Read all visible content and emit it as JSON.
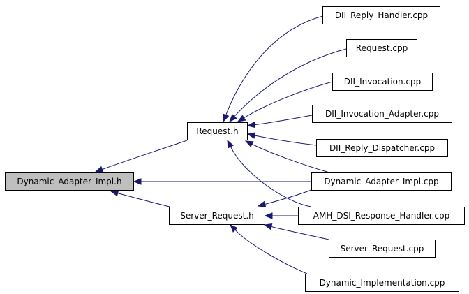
{
  "graph": {
    "edge_color": "#191970",
    "root_fill": "#bfbfbf",
    "nodes": [
      {
        "id": "dynamic-adapter-impl-h",
        "label": "Dynamic_Adapter_Impl.h"
      },
      {
        "id": "request-h",
        "label": "Request.h"
      },
      {
        "id": "server-request-h",
        "label": "Server_Request.h"
      },
      {
        "id": "dii-reply-handler-cpp",
        "label": "DII_Reply_Handler.cpp"
      },
      {
        "id": "request-cpp",
        "label": "Request.cpp"
      },
      {
        "id": "dii-invocation-cpp",
        "label": "DII_Invocation.cpp"
      },
      {
        "id": "dii-invocation-adapter-cpp",
        "label": "DII_Invocation_Adapter.cpp"
      },
      {
        "id": "dii-reply-dispatcher-cpp",
        "label": "DII_Reply_Dispatcher.cpp"
      },
      {
        "id": "dynamic-adapter-impl-cpp",
        "label": "Dynamic_Adapter_Impl.cpp"
      },
      {
        "id": "amh-dsi-response-handler-cpp",
        "label": "AMH_DSI_Response_Handler.cpp"
      },
      {
        "id": "server-request-cpp",
        "label": "Server_Request.cpp"
      },
      {
        "id": "dynamic-implementation-cpp",
        "label": "Dynamic_Implementation.cpp"
      }
    ],
    "edges": [
      {
        "from": "request-h",
        "to": "dynamic-adapter-impl-h"
      },
      {
        "from": "server-request-h",
        "to": "dynamic-adapter-impl-h"
      },
      {
        "from": "dynamic-adapter-impl-cpp",
        "to": "dynamic-adapter-impl-h"
      },
      {
        "from": "dii-reply-handler-cpp",
        "to": "request-h"
      },
      {
        "from": "request-cpp",
        "to": "request-h"
      },
      {
        "from": "dii-invocation-cpp",
        "to": "request-h"
      },
      {
        "from": "dii-invocation-adapter-cpp",
        "to": "request-h"
      },
      {
        "from": "dii-reply-dispatcher-cpp",
        "to": "request-h"
      },
      {
        "from": "dynamic-adapter-impl-cpp",
        "to": "request-h"
      },
      {
        "from": "amh-dsi-response-handler-cpp",
        "to": "request-h"
      },
      {
        "from": "dynamic-adapter-impl-cpp",
        "to": "server-request-h"
      },
      {
        "from": "amh-dsi-response-handler-cpp",
        "to": "server-request-h"
      },
      {
        "from": "server-request-cpp",
        "to": "server-request-h"
      },
      {
        "from": "dynamic-implementation-cpp",
        "to": "server-request-h"
      }
    ]
  }
}
